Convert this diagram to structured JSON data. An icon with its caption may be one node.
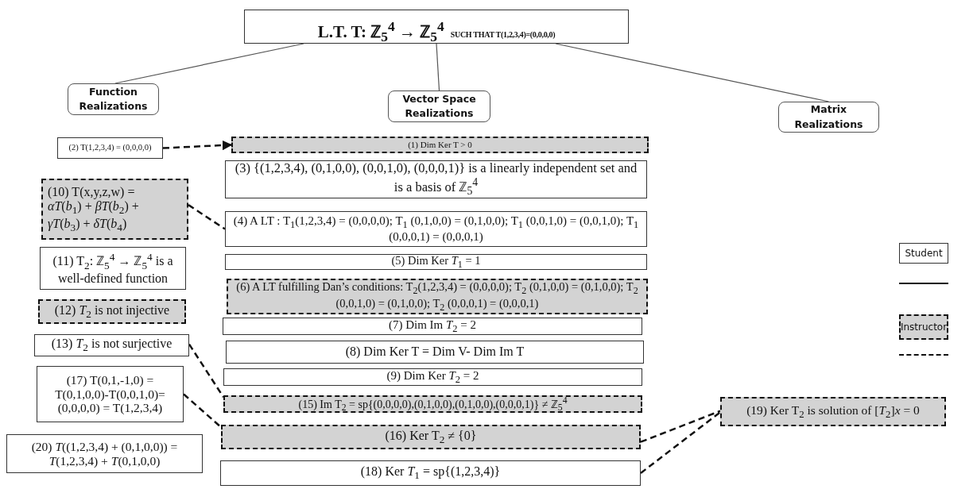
{
  "diagram": {
    "nodes": [
      {
        "text": [
          "L.T. T: ℤ$_{5}$$^{4}$ → ℤ$_{5}$$^{4}$",
          "SUCH THAT T(1,2,3,4)=(0,0,0,0)"
        ]
      },
      {
        "text": [
          "Function Realizations"
        ]
      },
      {
        "text": [
          "Vector Space Realizations"
        ]
      },
      {
        "text": [
          "Matrix Realizations"
        ]
      },
      {
        "text": [
          "(2) T(1,2,3,4) = (0,0,0,0)"
        ]
      },
      {
        "text": [
          "(1) Dim Ker T > 0"
        ]
      },
      {
        "text": [
          "(3) {(1,2,3,4), (0,1,0,0), (0,0,1,0), (0,0,0,1)} is a linearly independent set and is a basis of ℤ$_{5}$$^{4}$"
        ]
      },
      {
        "text": [
          "(10) T(x,y,z,w) = *αT*(*b*$_{1}$) + *βT*(*b*$_{2}$) + *γT*(*b*$_{3}$) + *δT*(*b*$_{4}$)"
        ]
      },
      {
        "text": [
          "(4) A LT : T$_{1}$(1,2,3,4) = (0,0,0,0); T$_{1}$ (0,1,0,0) = (0,1,0,0); T$_{1}$ (0,0,1,0) = (0,0,1,0); T$_{1}$ (0,0,0,1) = (0,0,0,1)"
        ]
      },
      {
        "text": [
          "(11) T$_{2}$: ℤ$_{5}$$^{4}$ → ℤ$_{5}$$^{4}$ is a well-defined function"
        ]
      },
      {
        "text": [
          "(5) Dim Ker *T*$_{1}$ = 1"
        ]
      },
      {
        "text": [
          "(6) A LT fulfilling Dan’s conditions: T$_{2}$(1,2,3,4) = (0,0,0,0); T$_{2}$ (0,1,0,0) = (0,1,0,0); T$_{2}$ (0,0,1,0) = (0,1,0,0); T$_{2}$ (0,0,0,1) = (0,0,0,1)"
        ]
      },
      {
        "text": [
          "(12) *T*$_{2}$ is not injective"
        ]
      },
      {
        "text": [
          "(7) Dim Im *T*$_{2}$ = 2"
        ]
      },
      {
        "text": [
          "(13) *T*$_{2}$ is not surjective"
        ]
      },
      {
        "text": [
          "(8) Dim Ker T = Dim V- Dim Im T"
        ]
      },
      {
        "text": [
          "(17) T(0,1,-1,0) = T(0,1,0,0)-T(0,0,1,0)= (0,0,0,0) = T(1,2,3,4)"
        ]
      },
      {
        "text": [
          "(9) Dim Ker *T*$_{2}$ = 2"
        ]
      },
      {
        "text": [
          "(15) Im T$_{2}$ = sp{(0,0,0,0),(0,1,0,0),(0,1,0,0),(0,0,0,1)} ≠ ℤ$_{5}$$^{4}$"
        ]
      },
      {
        "text": [
          "(19) Ker T$_{2}$ is solution of [*T*$_{2}$]*x* = 0"
        ]
      },
      {
        "text": [
          "(20) *T*((1,2,3,4) + (0,1,0,0)) = *T*(1,2,3,4) + *T*(0,1,0,0)"
        ]
      },
      {
        "text": [
          "(16) Ker T$_{2}$ ≠ {0}"
        ]
      },
      {
        "text": [
          "(18) Ker *T*$_{1}$ = sp{(1,2,3,4)}"
        ]
      }
    ],
    "edges": [
      {
        "from": 0,
        "to": 1,
        "arrow": "none"
      },
      {
        "from": 0,
        "to": 2,
        "arrow": "none"
      },
      {
        "from": 0,
        "to": 3,
        "arrow": "none"
      },
      {
        "from": 4,
        "to": 5,
        "arrow": "to",
        "style": "dashed"
      },
      {
        "from": 7,
        "to": 8,
        "arrow": "none",
        "style": "dashed"
      },
      {
        "from": 14,
        "to": 18,
        "arrow": "none",
        "style": "dashed"
      },
      {
        "from": 16,
        "to": 21,
        "arrow": "none",
        "style": "dashed"
      },
      {
        "from": 21,
        "to": 19,
        "arrow": "none",
        "style": "dashed"
      },
      {
        "from": 22,
        "to": 19,
        "arrow": "none",
        "style": "dashed"
      }
    ],
    "legend": [
      {
        "text": "Student"
      },
      {
        "text": "Instructor"
      }
    ]
  }
}
